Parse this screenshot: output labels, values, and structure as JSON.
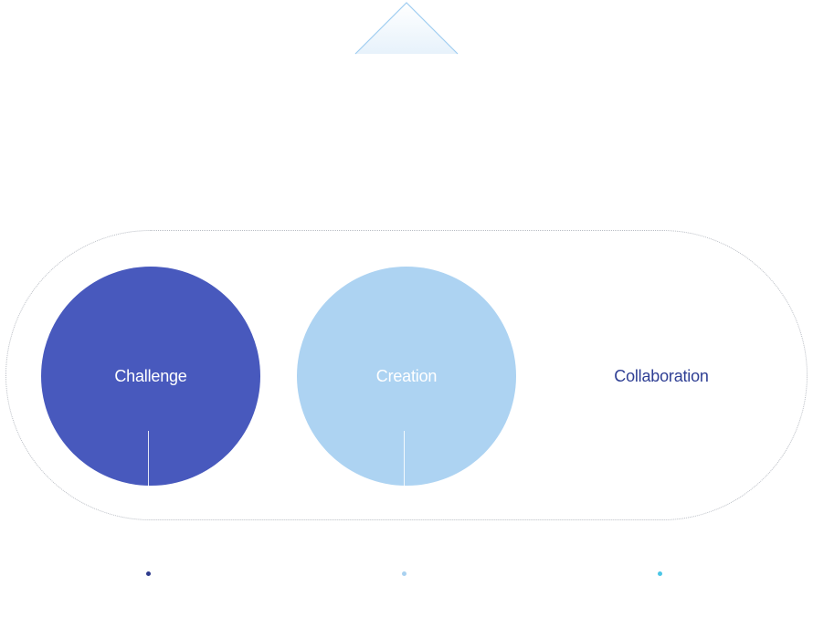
{
  "values": [
    {
      "label": "Challenge",
      "fill": "#4859bd",
      "text_color": "#ffffff",
      "marker_color": "#2d3a8c",
      "filled": true
    },
    {
      "label": "Creation",
      "fill": "#add3f2",
      "text_color": "#ffffff",
      "marker_color": "#a9d1f0",
      "filled": true
    },
    {
      "label": "Collaboration",
      "fill": "#ffffff",
      "text_color": "#2f3f94",
      "marker_color": "#4cc6e6",
      "filled": false
    }
  ],
  "apex_color": "#9fcdf1",
  "capsule_border_color": "#b9bdc4"
}
